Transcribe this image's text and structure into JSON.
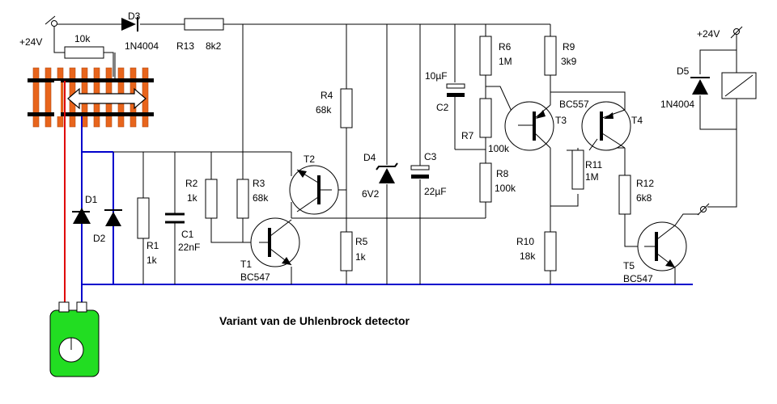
{
  "caption": "Variant van de Uhlenbrock detector",
  "colors": {
    "track_rail": "#e8651c",
    "red_wire": "#e00000",
    "blue_wire": "#0000cc",
    "lamp_body": "#22dd22",
    "wire": "#000000"
  },
  "labels": {
    "supply_left": "+24V",
    "supply_right": "+24V",
    "r_10k": "10k",
    "d3_name": "D3",
    "d3_type": "1N4004",
    "r13": "R13",
    "r13_val": "8k2",
    "d1": "D1",
    "d2": "D2",
    "r1": "R1",
    "r1_val": "1k",
    "c1": "C1",
    "c1_val": "22nF",
    "r2": "R2",
    "r2_val": "1k",
    "r3": "R3",
    "r3_val": "68k",
    "t1": "T1",
    "t1_type": "BC547",
    "t2": "T2",
    "r4": "R4",
    "r4_val": "68k",
    "r5": "R5",
    "r5_val": "1k",
    "d4": "D4",
    "d4_val": "6V2",
    "c3": "C3",
    "c3_val": "22µF",
    "c2": "C2",
    "c2_val": "10µF",
    "r6": "R6",
    "r6_val": "1M",
    "r7": "R7",
    "r7_val": "100k",
    "r8": "R8",
    "r8_val": "100k",
    "r9": "R9",
    "r9_val": "3k9",
    "t3": "T3",
    "t3_type": "BC557",
    "t4": "T4",
    "r10": "R10",
    "r10_val": "18k",
    "r11": "R11",
    "r11_val": "1M",
    "r12": "R12",
    "r12_val": "6k8",
    "t5": "T5",
    "t5_type": "BC547",
    "d5": "D5",
    "d5_type": "1N4004"
  }
}
